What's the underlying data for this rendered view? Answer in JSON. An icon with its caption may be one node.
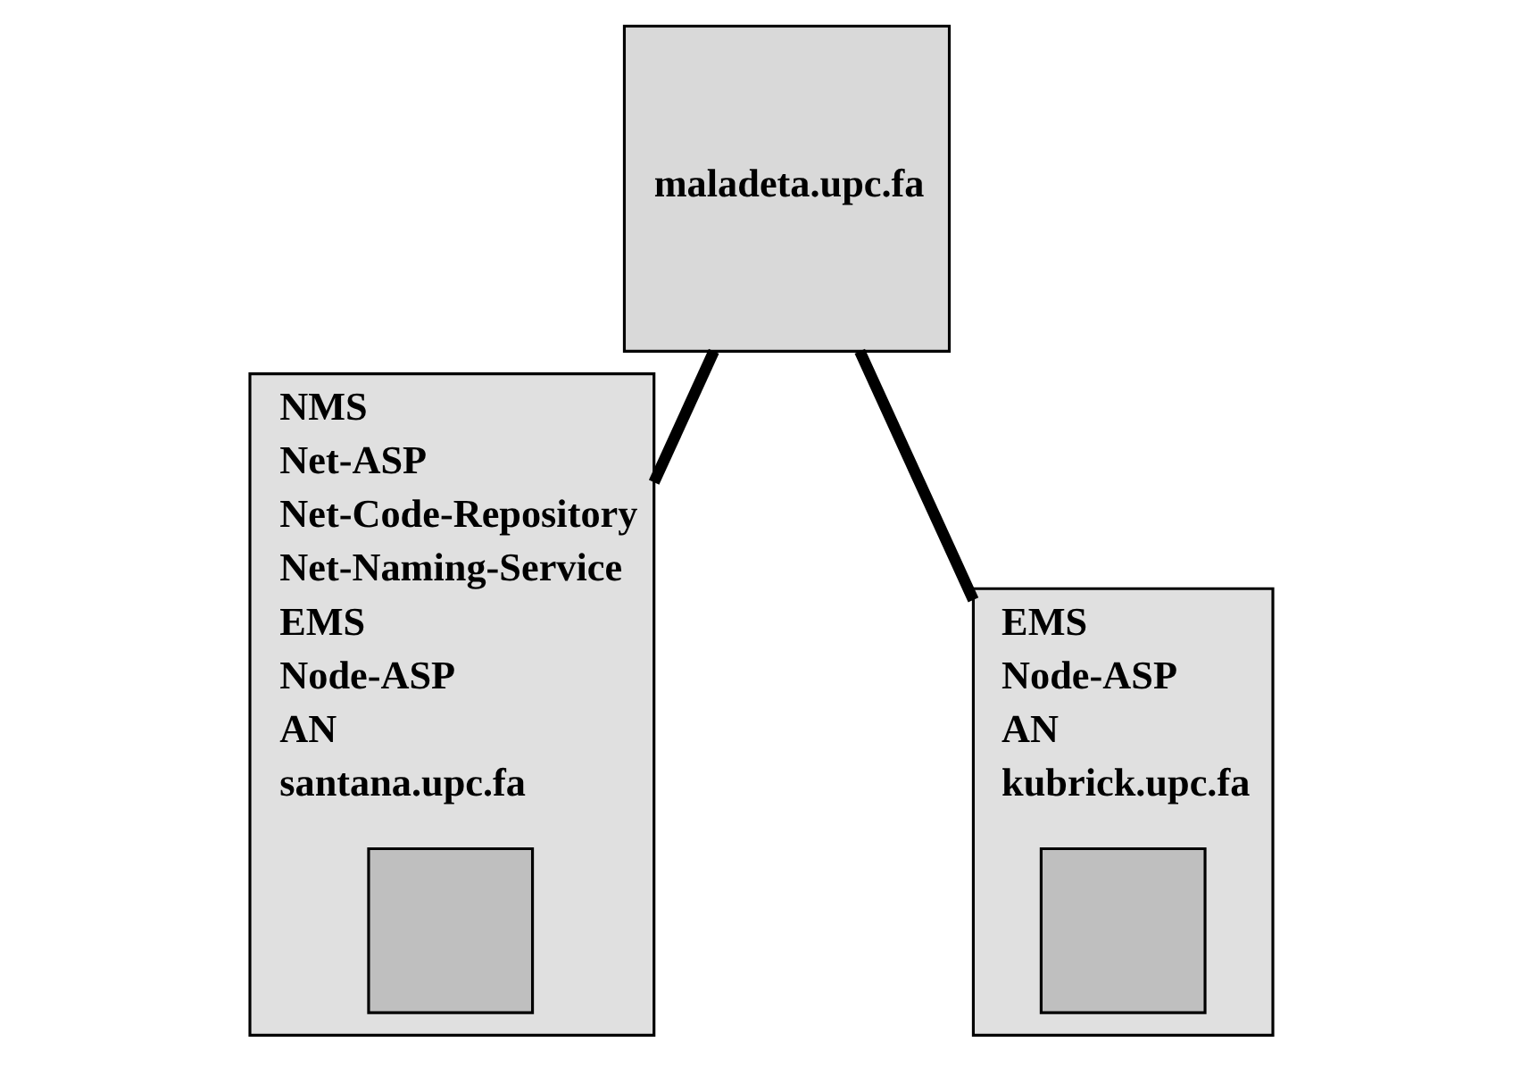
{
  "diagram": {
    "nodes": [
      {
        "text": [
          "maladeta.upc.fa"
        ]
      },
      {
        "text": [
          "santana.upc.fa"
        ],
        "beside": [
          "NMS",
          "Net-ASP",
          "Net-Code-Repository",
          "Net-Naming-Service",
          "EMS",
          "Node-ASP",
          "AN"
        ]
      },
      {
        "text": [],
        "shape": "box",
        "in": 1
      },
      {
        "text": [
          "kubrick.upc.fa"
        ],
        "beside": [
          "EMS",
          "Node-ASP",
          "AN"
        ]
      },
      {
        "text": [],
        "shape": "box",
        "in": 3
      }
    ],
    "edges": [
      {
        "from": 0,
        "to": 1,
        "arrow": "none"
      },
      {
        "from": 0,
        "to": 3,
        "arrow": "none"
      }
    ]
  }
}
